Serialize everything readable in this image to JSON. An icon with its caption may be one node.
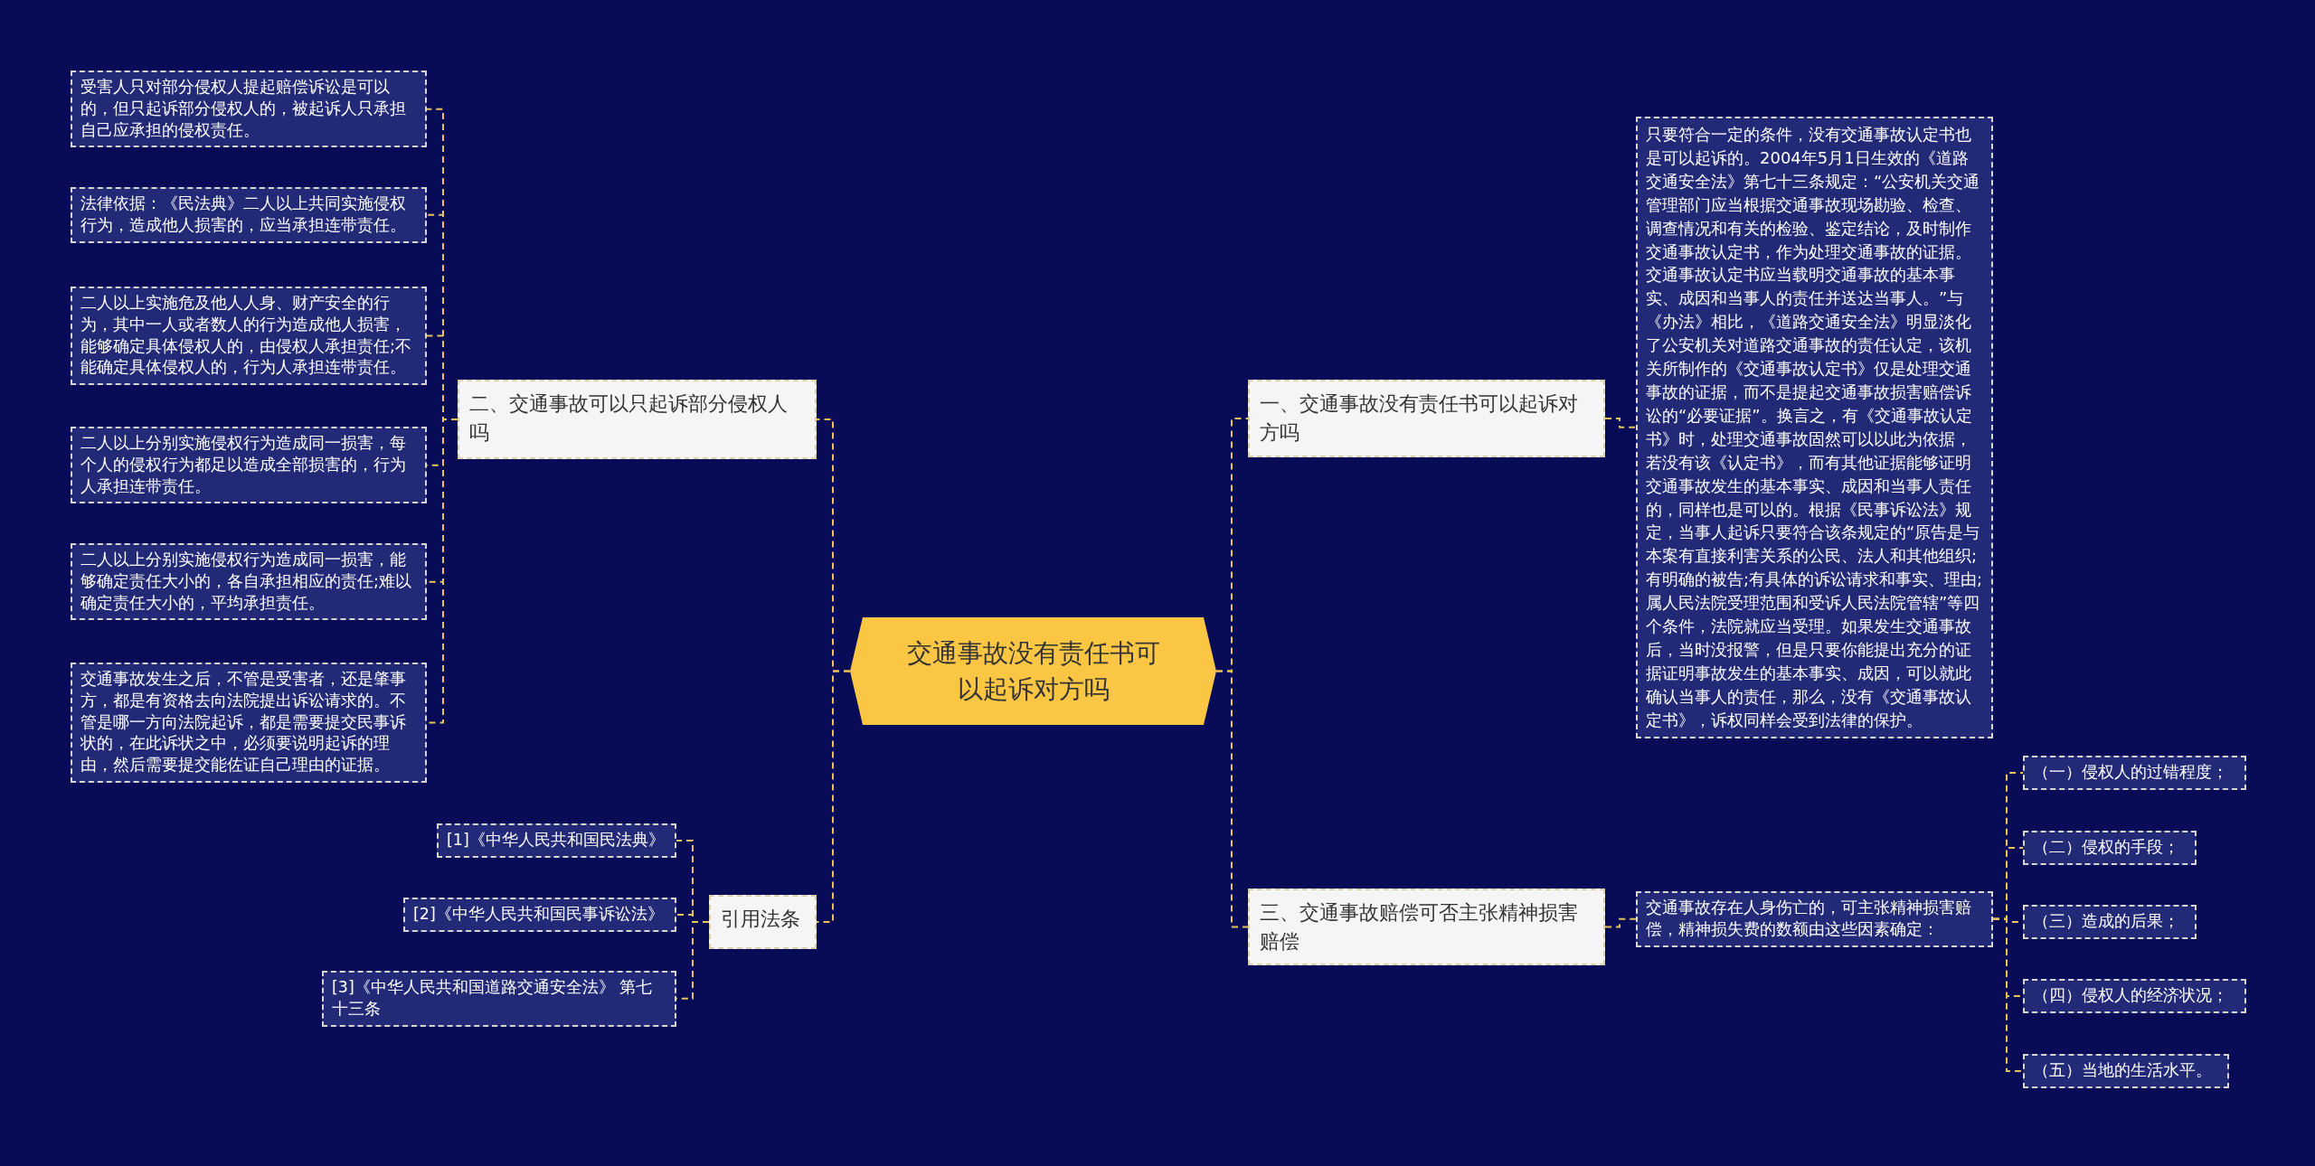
{
  "diagram": {
    "nodes": [
      {
        "text": [
          "交通事故没有责任书可以起诉对方吗"
        ]
      },
      {
        "text": [
          "二、交通事故可以只起诉部分侵权人吗"
        ]
      },
      {
        "text": [
          "受害人只对部分侵权人提起赔偿诉讼是可以的，但只起诉部分侵权人的，被起诉人只承担自己应承担的侵权责任。"
        ]
      },
      {
        "text": [
          "法律依据：《民法典》二人以上共同实施侵权行为，造成他人损害的，应当承担连带责任。"
        ]
      },
      {
        "text": [
          "二人以上实施危及他人人身、财产安全的行为，其中一人或者数人的行为造成他人损害，能够确定具体侵权人的，由侵权人承担责任;不能确定具体侵权人的，行为人承担连带责任。"
        ]
      },
      {
        "text": [
          "二人以上分别实施侵权行为造成同一损害，每个人的侵权行为都足以造成全部损害的，行为人承担连带责任。"
        ]
      },
      {
        "text": [
          "二人以上分别实施侵权行为造成同一损害，能够确定责任大小的，各自承担相应的责任;难以确定责任大小的，平均承担责任。"
        ]
      },
      {
        "text": [
          "交通事故发生之后，不管是受害者，还是肇事方，都是有资格去向法院提出诉讼请求的。不管是哪一方向法院起诉，都是需要提交民事诉状的，在此诉状之中，必须要说明起诉的理由，然后需要提交能佐证自己理由的证据。"
        ]
      },
      {
        "text": [
          "引用法条"
        ]
      },
      {
        "text": [
          "[1]《中华人民共和国民法典》"
        ]
      },
      {
        "text": [
          "[2]《中华人民共和国民事诉讼法》"
        ]
      },
      {
        "text": [
          "[3]《中华人民共和国道路交通安全法》 第七十三条"
        ]
      },
      {
        "text": [
          "一、交通事故没有责任书可以起诉对方吗"
        ]
      },
      {
        "text": [
          "只要符合一定的条件，没有交通事故认定书也是可以起诉的。2004年5月1日生效的《道路交通安全法》第七十三条规定：“公安机关交通管理部门应当根据交通事故现场勘验、检查、调查情况和有关的检验、鉴定结论，及时制作交通事故认定书，作为处理交通事故的证据。交通事故认定书应当载明交通事故的基本事实、成因和当事人的责任并送达当事人。”与《办法》相比，《道路交通安全法》明显淡化了公安机关对道路交通事故的责任认定，该机关所制作的《交通事故认定书》仅是处理交通事故的证据，而不是提起交通事故损害赔偿诉讼的“必要证据”。换言之，有《交通事故认定书》时，处理交通事故固然可以以此为依据，若没有该《认定书》，而有其他证据能够证明交通事故发生的基本事实、成因和当事人责任的，同样也是可以的。根据《民事诉讼法》规定，当事人起诉只要符合该条规定的“原告是与本案有直接利害关系的公民、法人和其他组织;有明确的被告;有具体的诉讼请求和事实、理由;属人民法院受理范围和受诉人民法院管辖”等四个条件，法院就应当受理。如果发生交通事故后，当时没报警，但是只要你能提出充分的证据证明事故发生的基本事实、成因，可以就此确认当事人的责任，那么，没有《交通事故认定书》，诉权同样会受到法律的保护。"
        ]
      },
      {
        "text": [
          "三、交通事故赔偿可否主张精神损害赔偿"
        ]
      },
      {
        "text": [
          "交通事故存在人身伤亡的，可主张精神损害赔偿，精神损失费的数额由这些因素确定："
        ]
      },
      {
        "text": [
          "（一）侵权人的过错程度；"
        ]
      },
      {
        "text": [
          "（二）侵权的手段；"
        ]
      },
      {
        "text": [
          "（三）造成的后果；"
        ]
      },
      {
        "text": [
          "（四）侵权人的经济状况；"
        ]
      },
      {
        "text": [
          "（五）当地的生活水平。"
        ]
      }
    ],
    "edges": [
      {
        "from": 0,
        "to": 1,
        "arrow": "none"
      },
      {
        "from": 1,
        "to": 2,
        "arrow": "none"
      },
      {
        "from": 1,
        "to": 3,
        "arrow": "none"
      },
      {
        "from": 1,
        "to": 4,
        "arrow": "none"
      },
      {
        "from": 1,
        "to": 5,
        "arrow": "none"
      },
      {
        "from": 1,
        "to": 6,
        "arrow": "none"
      },
      {
        "from": 1,
        "to": 7,
        "arrow": "none"
      },
      {
        "from": 0,
        "to": 8,
        "arrow": "none"
      },
      {
        "from": 8,
        "to": 9,
        "arrow": "none"
      },
      {
        "from": 8,
        "to": 10,
        "arrow": "none"
      },
      {
        "from": 8,
        "to": 11,
        "arrow": "none"
      },
      {
        "from": 0,
        "to": 12,
        "arrow": "none"
      },
      {
        "from": 12,
        "to": 13,
        "arrow": "none"
      },
      {
        "from": 0,
        "to": 14,
        "arrow": "none"
      },
      {
        "from": 14,
        "to": 15,
        "arrow": "none"
      },
      {
        "from": 15,
        "to": 16,
        "arrow": "none"
      },
      {
        "from": 15,
        "to": 17,
        "arrow": "none"
      },
      {
        "from": 15,
        "to": 18,
        "arrow": "none"
      },
      {
        "from": 15,
        "to": 19,
        "arrow": "none"
      },
      {
        "from": 15,
        "to": 20,
        "arrow": "none"
      }
    ]
  }
}
